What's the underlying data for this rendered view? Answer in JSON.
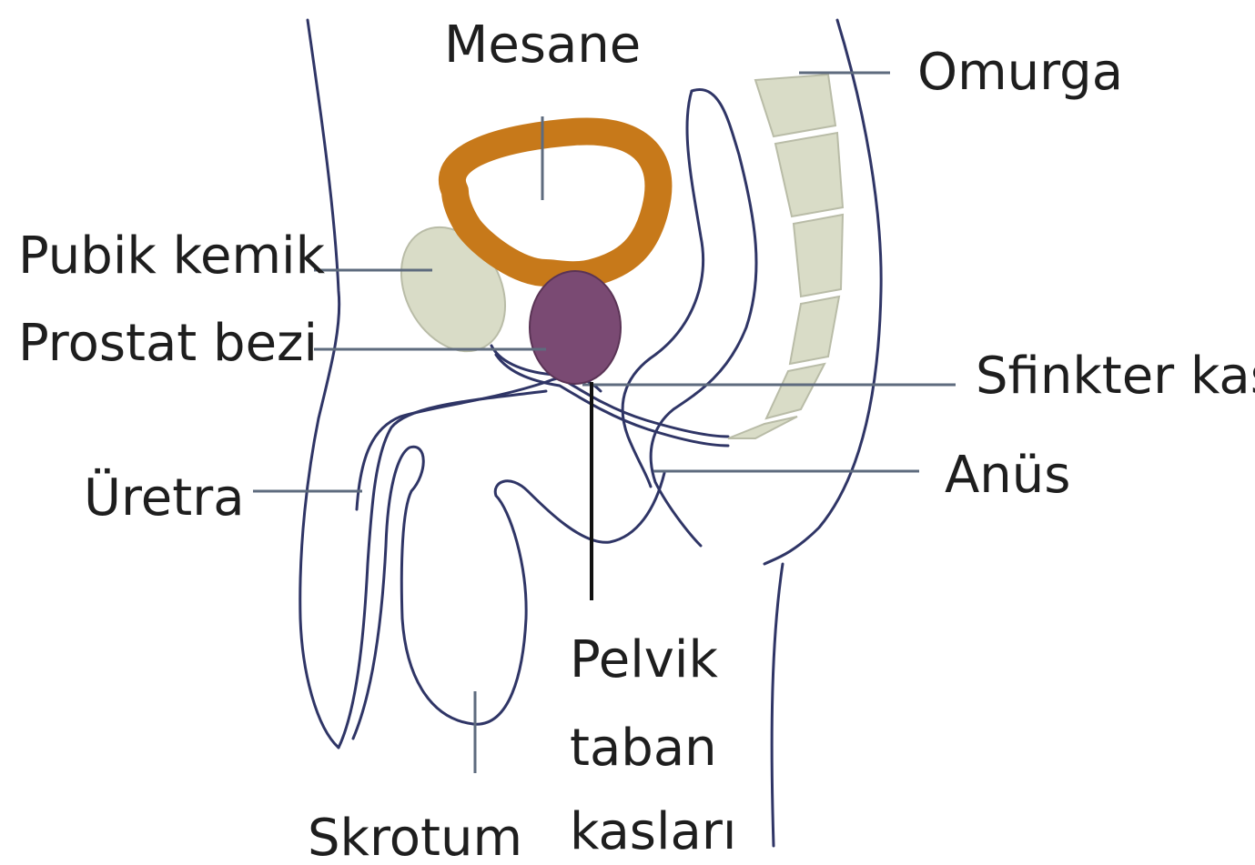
{
  "labels": {
    "mesane": "Mesane",
    "omurga": "Omurga",
    "pubik_kemik": "Pubik kemik",
    "prostat_bezi": "Prostat bezi",
    "sfinkter_kasi": "Sfinkter kası",
    "uretra": "Üretra",
    "anus": "Anüs",
    "pelvik_line1": "Pelvik",
    "pelvik_line2": "taban",
    "pelvik_line3": "kasları",
    "skrotum": "Skrotum"
  },
  "colors": {
    "bladder": "#c7791a",
    "prostate": "#7a4a73",
    "bone": "#d9dcc7",
    "outline": "#2f3566",
    "leader": "#5e6b7e",
    "text": "#1e1e1e"
  }
}
